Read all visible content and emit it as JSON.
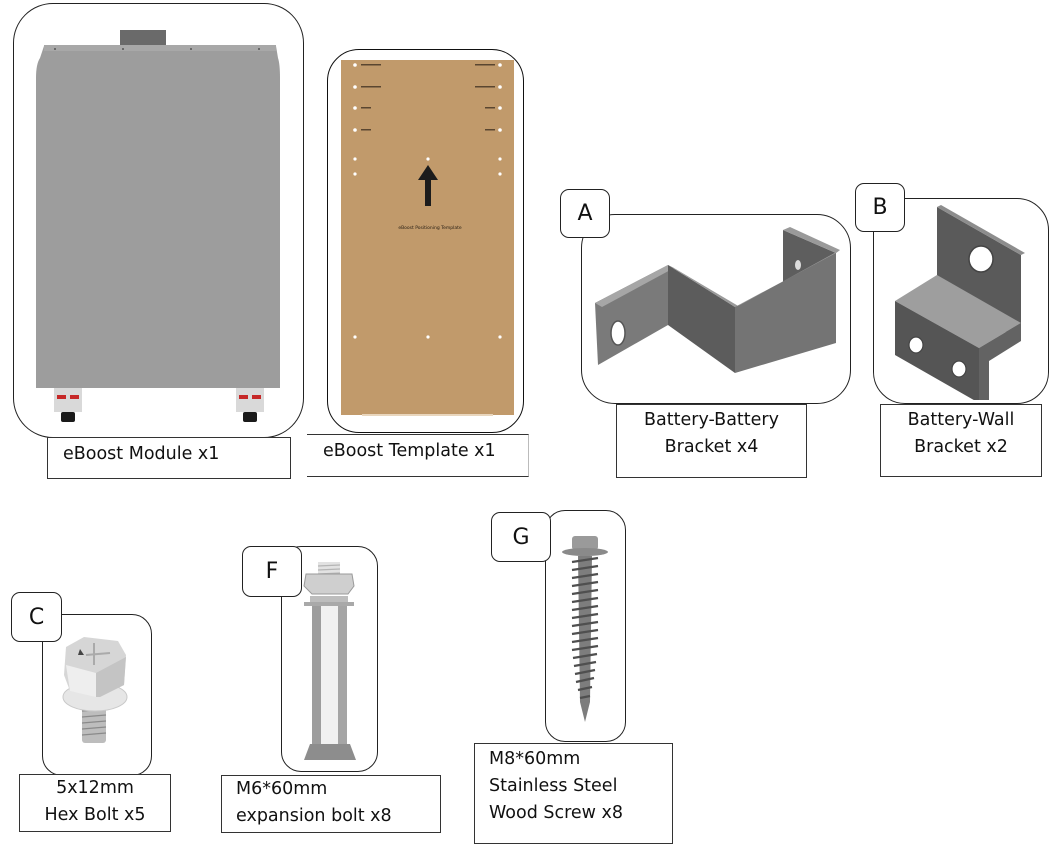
{
  "items": {
    "module": {
      "caption_lines": [
        "eBoost  Module x1"
      ]
    },
    "template": {
      "caption_lines": [
        "eBoost  Template x1"
      ],
      "center_text": "eBoost Positioning Template",
      "arrow_icon": "up-arrow"
    },
    "bracket_bb": {
      "letter": "A",
      "caption_lines": [
        "Battery-Battery",
        "Bracket x4"
      ]
    },
    "bracket_bw": {
      "letter": "B",
      "caption_lines": [
        "Battery-Wall",
        "Bracket x2"
      ]
    },
    "hex_bolt": {
      "letter": "C",
      "caption_lines": [
        "5x12mm",
        "Hex Bolt x5"
      ]
    },
    "expansion_bolt": {
      "letter": "F",
      "caption_lines": [
        "M6*60mm",
        "expansion bolt x8"
      ]
    },
    "wood_screw": {
      "letter": "G",
      "caption_lines": [
        "M8*60mm",
        "Stainless Steel",
        "Wood Screw x8"
      ]
    }
  },
  "colors": {
    "module_gray": "#9b9b9b",
    "template_kraft": "#c19a6b",
    "bracket_gray": "#6e6e6e"
  }
}
